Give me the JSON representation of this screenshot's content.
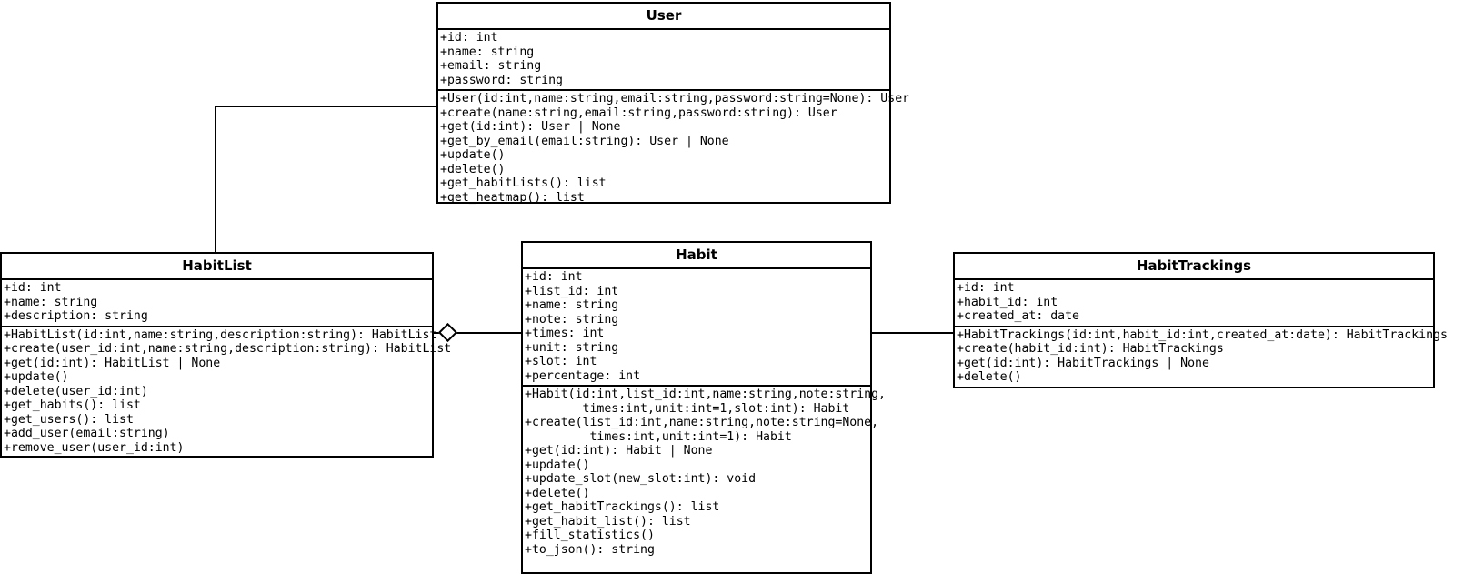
{
  "diagram": {
    "type": "uml-class-diagram",
    "classes": [
      {
        "key": "user",
        "name": "User",
        "attributes": [
          "+id: int",
          "+name: string",
          "+email: string",
          "+password: string"
        ],
        "methods": [
          "+User(id:int,name:string,email:string,password:string=None): User",
          "+create(name:string,email:string,password:string): User",
          "+get(id:int): User | None",
          "+get_by_email(email:string): User | None",
          "+update()",
          "+delete()",
          "+get_habitLists(): list",
          "+get_heatmap(): list"
        ]
      },
      {
        "key": "habitlist",
        "name": "HabitList",
        "attributes": [
          "+id: int",
          "+name: string",
          "+description: string"
        ],
        "methods": [
          "+HabitList(id:int,name:string,description:string): HabitList",
          "+create(user_id:int,name:string,description:string): HabitList",
          "+get(id:int): HabitList | None",
          "+update()",
          "+delete(user_id:int)",
          "+get_habits(): list",
          "+get_users(): list",
          "+add_user(email:string)",
          "+remove_user(user_id:int)"
        ]
      },
      {
        "key": "habit",
        "name": "Habit",
        "attributes": [
          "+id: int",
          "+list_id: int",
          "+name: string",
          "+note: string",
          "+times: int",
          "+unit: string",
          "+slot: int",
          "+percentage: int"
        ],
        "methods": [
          "+Habit(id:int,list_id:int,name:string,note:string,",
          "        times:int,unit:int=1,slot:int): Habit",
          "+create(list_id:int,name:string,note:string=None,",
          "         times:int,unit:int=1): Habit",
          "+get(id:int): Habit | None",
          "+update()",
          "+update_slot(new_slot:int): void",
          "+delete()",
          "+get_habitTrackings(): list",
          "+get_habit_list(): list",
          "+fill_statistics()",
          "+to_json(): string"
        ]
      },
      {
        "key": "habittrackings",
        "name": "HabitTrackings",
        "attributes": [
          "+id: int",
          "+habit_id: int",
          "+created_at: date"
        ],
        "methods": [
          "+HabitTrackings(id:int,habit_id:int,created_at:date): HabitTrackings",
          "+create(habit_id:int): HabitTrackings",
          "+get(id:int): HabitTrackings | None",
          "+delete()"
        ]
      }
    ],
    "relations": [
      {
        "key": "user-habitlist",
        "from": "User",
        "to": "HabitList",
        "style": "association",
        "marker": "none"
      },
      {
        "key": "habitlist-habit",
        "from": "HabitList",
        "to": "Habit",
        "style": "aggregation",
        "marker": "open-diamond"
      },
      {
        "key": "habit-habittrackings",
        "from": "Habit",
        "to": "HabitTrackings",
        "style": "association",
        "marker": "none"
      }
    ],
    "colors": {
      "line": "#000000",
      "fill": "#ffffff",
      "text": "#000000"
    }
  }
}
